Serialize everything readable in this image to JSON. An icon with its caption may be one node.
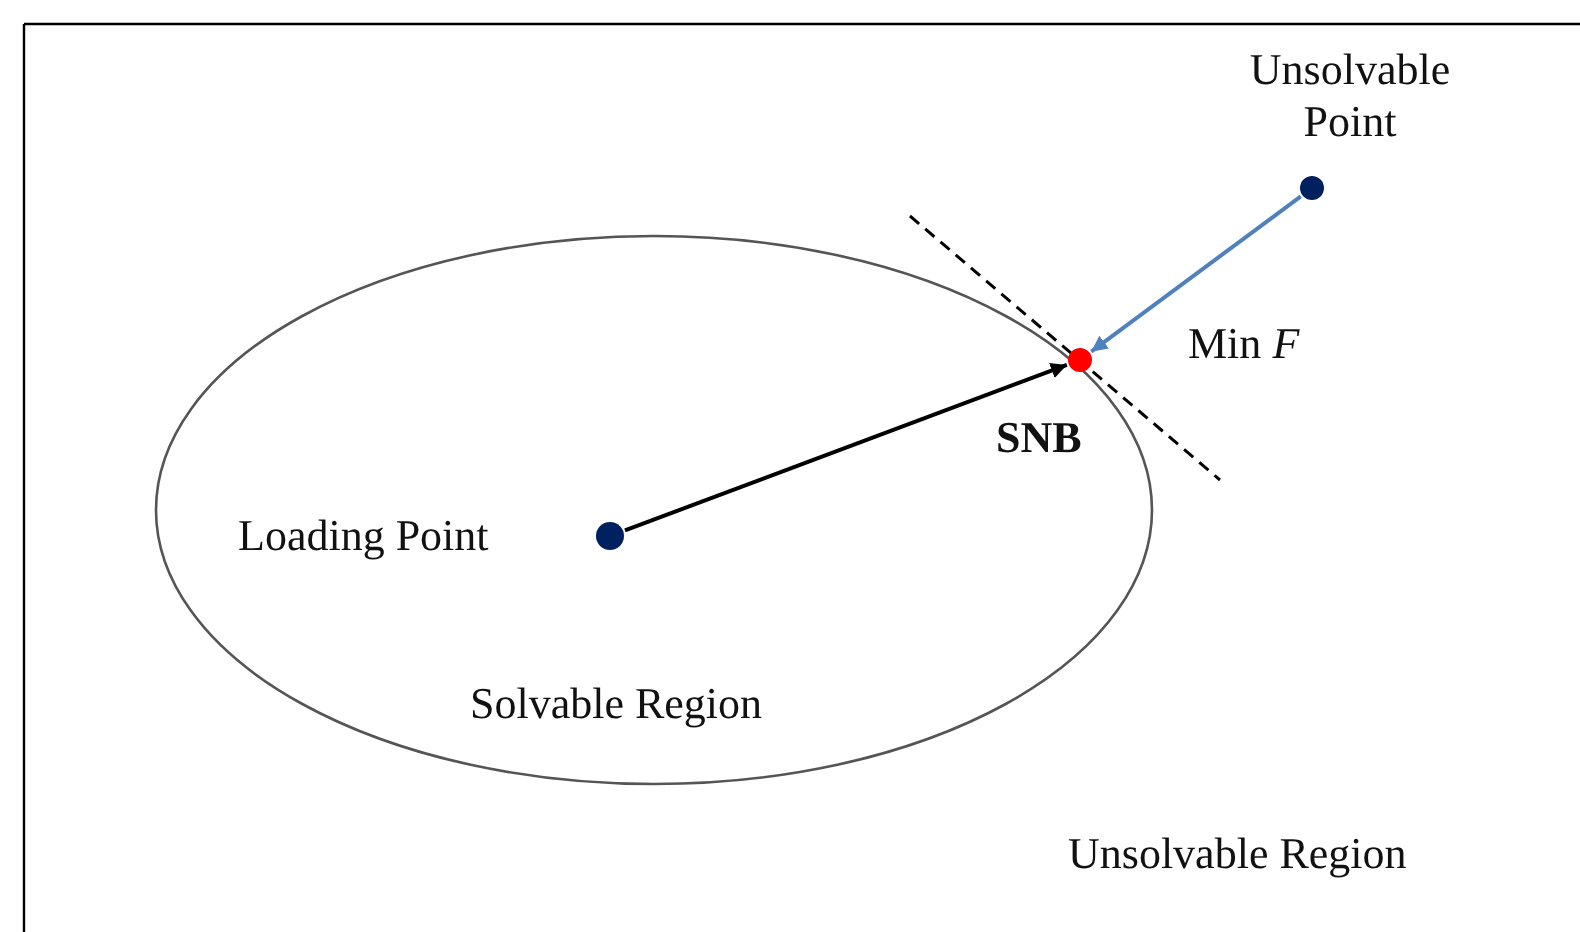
{
  "diagram": {
    "nodes": [
      {
        "text": [
          "Solvable Region"
        ]
      },
      {
        "text": [],
        "shape": "circle",
        "in": 0,
        "beside": [
          "Loading Point"
        ]
      },
      {
        "text": [],
        "shape": "circle",
        "beside": [
          "SNB"
        ]
      },
      {
        "text": [],
        "shape": "circle",
        "beside": [
          "Unsolvable Point"
        ]
      }
    ],
    "edges": [
      {
        "from": 1,
        "to": 2,
        "arrow": "to"
      },
      {
        "from": 3,
        "to": 2,
        "arrow": "to",
        "label": "Min *F*",
        "color": "#4f81bd"
      }
    ],
    "labels": [
      "Unsolvable Region"
    ]
  }
}
